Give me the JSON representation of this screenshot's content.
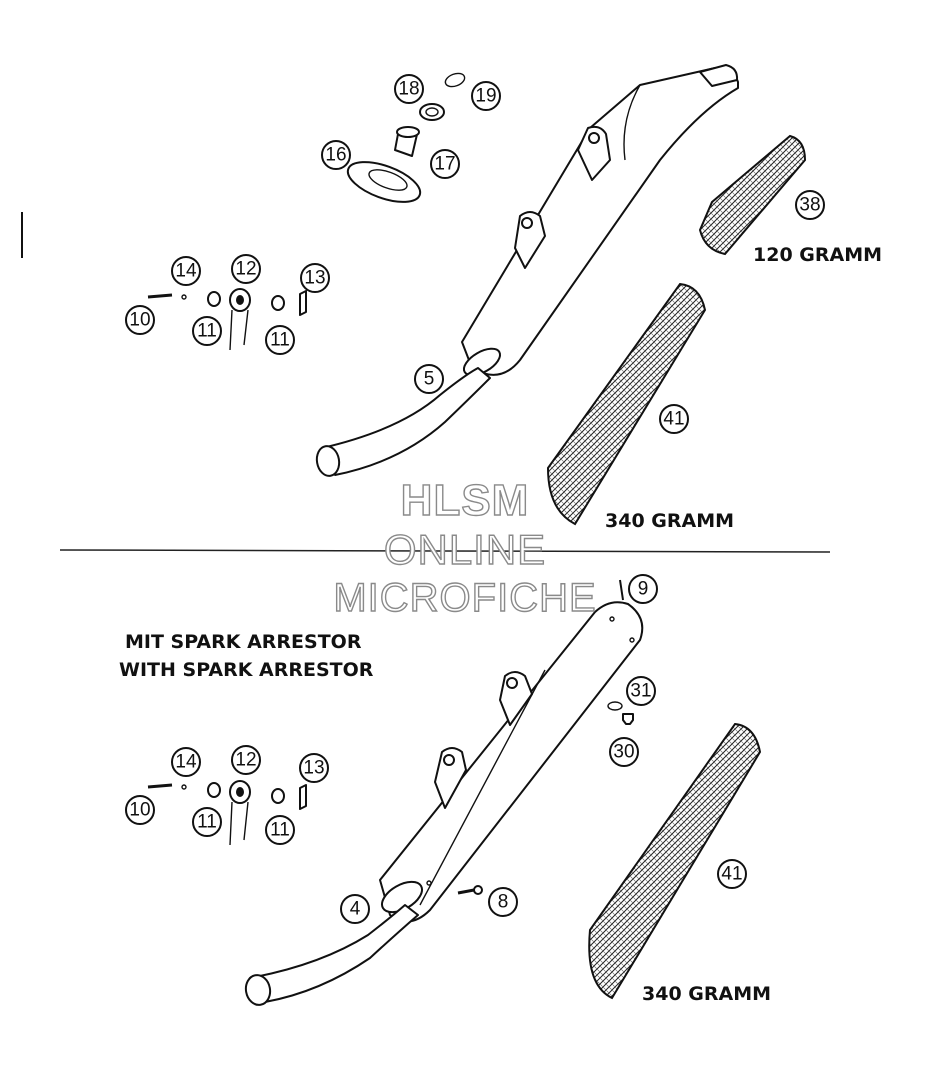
{
  "callouts_top": [
    {
      "id": "c-18",
      "text": "18"
    },
    {
      "id": "c-19",
      "text": "19"
    },
    {
      "id": "c-16",
      "text": "16"
    },
    {
      "id": "c-17",
      "text": "17"
    },
    {
      "id": "c-38",
      "text": "38"
    },
    {
      "id": "c-14",
      "text": "14"
    },
    {
      "id": "c-12",
      "text": "12"
    },
    {
      "id": "c-13",
      "text": "13"
    },
    {
      "id": "c-10",
      "text": "10"
    },
    {
      "id": "c-11a",
      "text": "11"
    },
    {
      "id": "c-11b",
      "text": "11"
    },
    {
      "id": "c-5",
      "text": "5"
    },
    {
      "id": "c-41",
      "text": "41"
    }
  ],
  "callouts_bottom": [
    {
      "id": "c-9",
      "text": "9"
    },
    {
      "id": "c-31",
      "text": "31"
    },
    {
      "id": "c-30",
      "text": "30"
    },
    {
      "id": "c-14",
      "text": "14"
    },
    {
      "id": "c-12",
      "text": "12"
    },
    {
      "id": "c-13",
      "text": "13"
    },
    {
      "id": "c-10",
      "text": "10"
    },
    {
      "id": "c-11a",
      "text": "11"
    },
    {
      "id": "c-11b",
      "text": "11"
    },
    {
      "id": "c-4",
      "text": "4"
    },
    {
      "id": "c-8",
      "text": "8"
    },
    {
      "id": "c-41",
      "text": "41"
    }
  ],
  "labels": {
    "weight_120": "120 GRAMM",
    "weight_340_top": "340 GRAMM",
    "weight_340_bottom": "340 GRAMM",
    "spark_de": "MIT SPARK ARRESTOR",
    "spark_en": "WITH SPARK ARRESTOR"
  },
  "watermark": {
    "line1": "HLSM",
    "line2": "ONLINE",
    "line3": "MICROFICHE"
  }
}
